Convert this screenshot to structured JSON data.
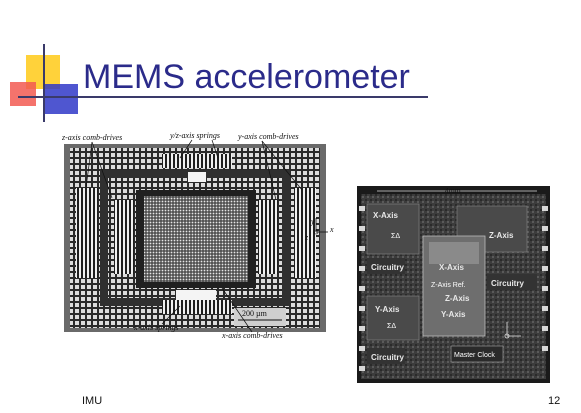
{
  "slide": {
    "title": "MEMS accelerometer",
    "footer_left": "IMU",
    "page_number": "12"
  },
  "figure1": {
    "labels": {
      "z_comb": "z-axis comb-drives",
      "yz_springs": "y/z-axis springs",
      "y_comb": "y-axis comb-drives",
      "x_springs": "x-axis springs",
      "x_comb": "x-axis comb-drives",
      "scale": "200 µm",
      "axis_y": "y",
      "axis_x": "x",
      "axis_z": "z"
    }
  },
  "figure2": {
    "labels": {
      "size": "4mm",
      "x_axis": "X-Axis",
      "z_axis": "Z-Axis",
      "y_axis_left": "Y-Axis",
      "circuitry_1": "Circuitry",
      "circuitry_2": "Circuitry",
      "circuitry_3": "Circuitry",
      "xaxis_center": "X-Axis",
      "zaxis_ref": "Z-Axis Ref.",
      "zaxis_center": "Z-Axis",
      "yaxis_center": "Y-Axis",
      "master_clock": "Master Clock",
      "sigma": "ΣΔ"
    }
  }
}
